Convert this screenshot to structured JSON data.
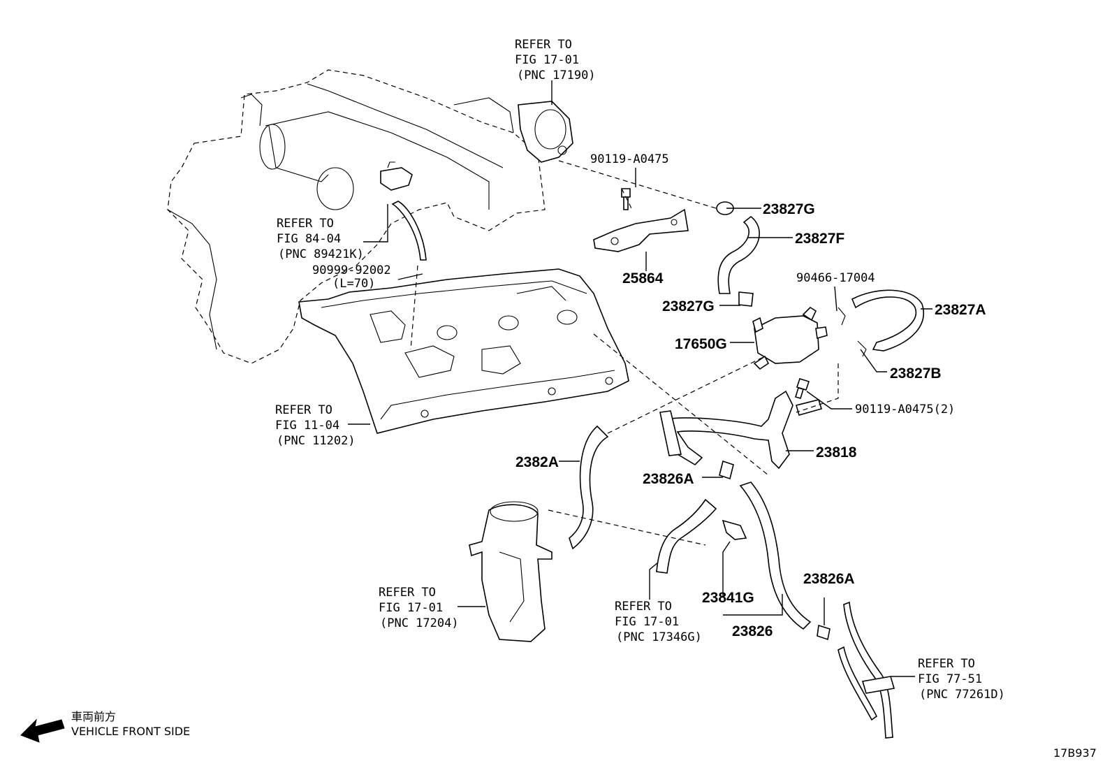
{
  "references": {
    "ref_17190": {
      "line1": "REFER TO",
      "line2": "FIG 17-01",
      "line3": "(PNC 17190)"
    },
    "ref_89421k": {
      "line1": "REFER TO",
      "line2": "FIG 84-04",
      "line3": "(PNC 89421K)"
    },
    "ref_11202": {
      "line1": "REFER TO",
      "line2": "FIG 11-04",
      "line3": "(PNC 11202)"
    },
    "ref_17204": {
      "line1": "REFER TO",
      "line2": "FIG 17-01",
      "line3": "(PNC 17204)"
    },
    "ref_17346g": {
      "line1": "REFER TO",
      "line2": "FIG 17-01",
      "line3": "(PNC 17346G)"
    },
    "ref_77261d": {
      "line1": "REFER TO",
      "line2": "FIG 77-51",
      "line3": "(PNC 77261D)"
    }
  },
  "parts": {
    "p_90119_a0475_top": "90119-A0475",
    "p_23827g_top": "23827G",
    "p_23827f": "23827F",
    "p_25864": "25864",
    "p_90999_92002": "90999-92002",
    "p_l70": "(L=70)",
    "p_90466_17004": "90466-17004",
    "p_23827g_mid": "23827G",
    "p_23827a": "23827A",
    "p_17650g": "17650G",
    "p_23827b": "23827B",
    "p_90119_a0475_2": "90119-A0475(2)",
    "p_23818": "23818",
    "p_2382a": "2382A",
    "p_23826a_mid": "23826A",
    "p_23826a_low": "23826A",
    "p_23841g": "23841G",
    "p_23826": "23826"
  },
  "footer": {
    "front_jp": "車両前方",
    "front_en": "VEHICLE FRONT SIDE",
    "figure_code": "17B937"
  }
}
